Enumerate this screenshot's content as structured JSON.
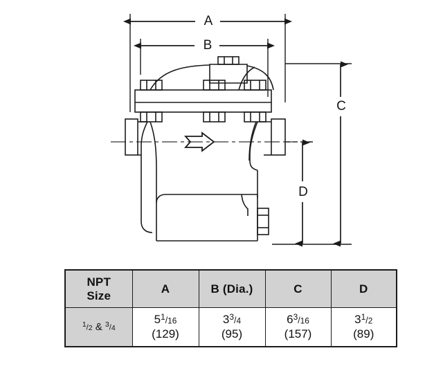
{
  "drawing": {
    "title": "Inverted bucket steam trap dimensioned drawing",
    "dimensions": {
      "a_label": "A",
      "b_label": "B",
      "c_label": "C",
      "d_label": "D"
    },
    "flow_arrow": "flow-direction-arrow"
  },
  "table": {
    "headers": [
      {
        "line1": "NPT",
        "line2": "Size"
      },
      {
        "line1": "A",
        "line2": ""
      },
      {
        "line1": "B (Dia.)",
        "line2": ""
      },
      {
        "line1": "C",
        "line2": ""
      },
      {
        "line1": "D",
        "line2": ""
      }
    ],
    "rows": [
      {
        "npt_size": {
          "w1": "",
          "n1": "1",
          "d1": "2",
          "amp": " & ",
          "n2": "3",
          "d2": "4"
        },
        "a": {
          "whole": "5",
          "num": "1",
          "den": "16",
          "metric": "(129)"
        },
        "b": {
          "whole": "3",
          "num": "3",
          "den": "4",
          "metric": "(95)"
        },
        "c": {
          "whole": "6",
          "num": "3",
          "den": "16",
          "metric": "(157)"
        },
        "d": {
          "whole": "3",
          "num": "1",
          "den": "2",
          "metric": "(89)"
        }
      }
    ]
  },
  "colors": {
    "line": "#1b1b1b",
    "header_fill": "#d2d2d2",
    "body_fill": "#ffffff",
    "centerline": "#555555"
  }
}
